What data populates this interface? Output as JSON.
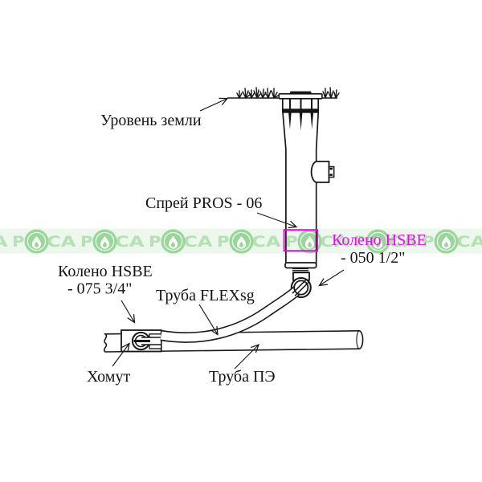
{
  "diagram": {
    "type": "sprinkler-installation-detail",
    "labels": {
      "ground_level": "Уровень земли",
      "spray": "Спрей PROS - 06",
      "elbow_050_line1": "Колено HSBE",
      "elbow_050_line2": "- 050 1/2\"",
      "elbow_075_line1": "Колено HSBE",
      "elbow_075_line2": "- 075 3/4\"",
      "flex_pipe": "Труба FLEXsg",
      "clamp": "Хомут",
      "pe_pipe": "Труба ПЭ"
    }
  },
  "watermark": {
    "letter_p": "Р",
    "letters_ca": "СА"
  },
  "colors": {
    "line": "#181818",
    "label_text": "#141414",
    "highlight_magenta": "#ea0ae8",
    "watermark_band_bg": "#edf7ed",
    "watermark_letters": "#b5e1b5",
    "watermark_ring": "#9ad69a",
    "watermark_drop": "#ffffff"
  }
}
